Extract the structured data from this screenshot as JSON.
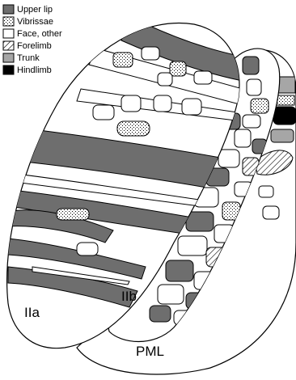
{
  "legend": {
    "items": [
      {
        "label": "Upper lip",
        "pattern": "dark-gray"
      },
      {
        "label": "Vibrissae",
        "pattern": "dotted"
      },
      {
        "label": "Face, other",
        "pattern": "white"
      },
      {
        "label": "Forelimb",
        "pattern": "hatched"
      },
      {
        "label": "Trunk",
        "pattern": "light-gray"
      },
      {
        "label": "Hindlimb",
        "pattern": "black"
      }
    ]
  },
  "regions": {
    "iia": "IIa",
    "iib": "IIb",
    "pml": "PML"
  },
  "colors": {
    "upper_lip": "#6e6e6e",
    "face_other": "#ffffff",
    "trunk": "#a6a6a6",
    "hindlimb": "#000000",
    "outline": "#000000"
  }
}
